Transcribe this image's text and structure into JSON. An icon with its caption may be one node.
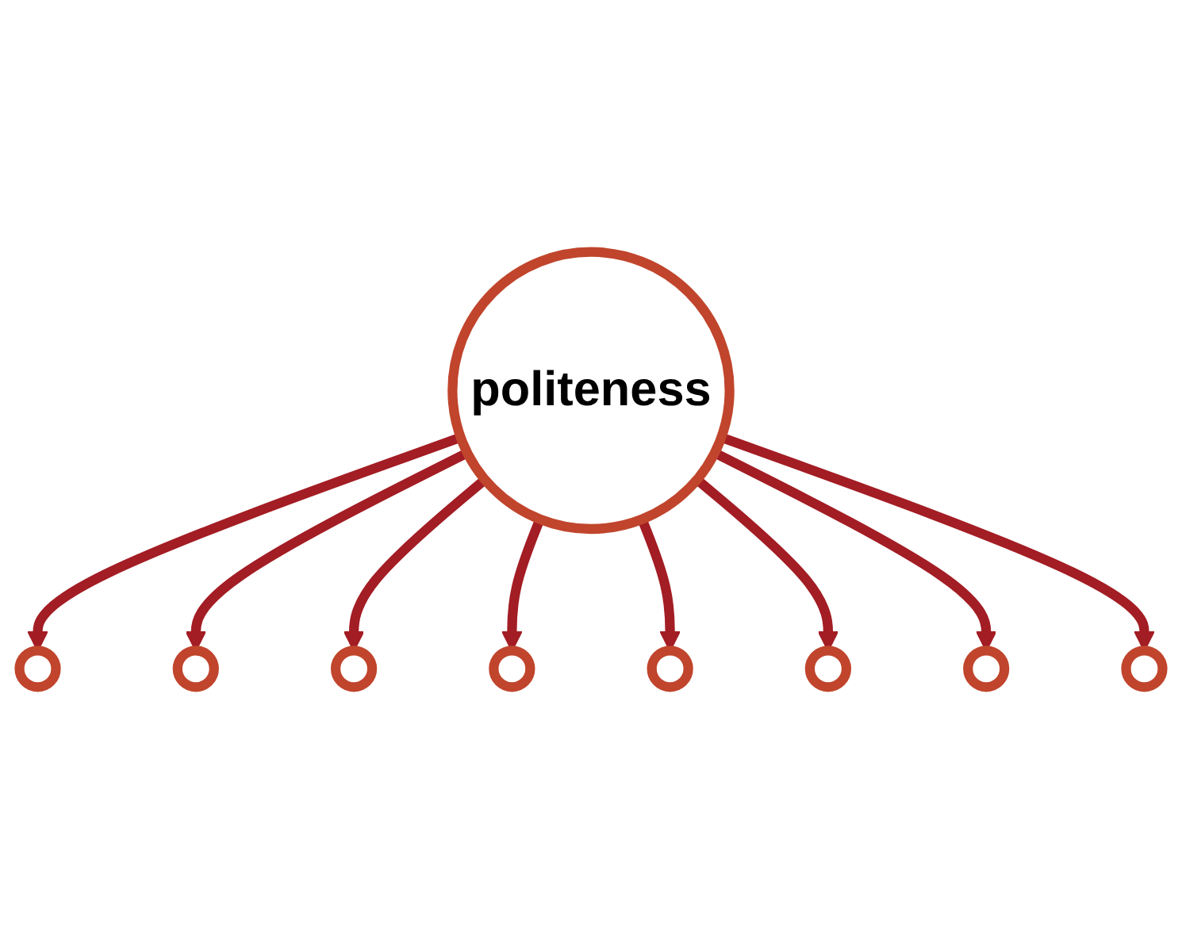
{
  "diagram": {
    "nodes": [
      {
        "text": [],
        "shape": "circle"
      },
      {
        "text": [],
        "shape": "circle"
      },
      {
        "text": [],
        "shape": "circle"
      },
      {
        "text": [],
        "shape": "circle"
      },
      {
        "text": [
          "politeness"
        ]
      },
      {
        "text": [],
        "shape": "circle"
      },
      {
        "text": [],
        "shape": "circle"
      },
      {
        "text": [],
        "shape": "circle"
      },
      {
        "text": [],
        "shape": "circle"
      }
    ],
    "edges": [
      {
        "from": 4,
        "to": 0,
        "arrow": "to"
      },
      {
        "from": 4,
        "to": 1,
        "arrow": "to"
      },
      {
        "from": 4,
        "to": 2,
        "arrow": "to"
      },
      {
        "from": 4,
        "to": 3,
        "arrow": "to"
      },
      {
        "from": 4,
        "to": 5,
        "arrow": "to"
      },
      {
        "from": 4,
        "to": 6,
        "arrow": "to"
      },
      {
        "from": 4,
        "to": 7,
        "arrow": "to"
      },
      {
        "from": 4,
        "to": 8,
        "arrow": "to"
      }
    ]
  }
}
